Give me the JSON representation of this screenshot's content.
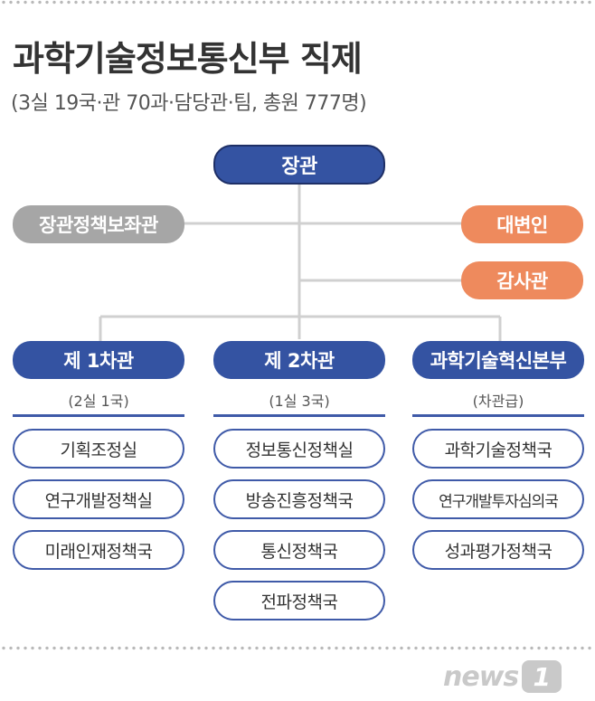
{
  "header": {
    "title": "과학기술정보통신부 직제",
    "subtitle": "(3실 19국·관 70과·담당관·팀, 총원 777명)"
  },
  "chart": {
    "top": "장관",
    "staff_left": "장관정책보좌관",
    "staff_right": [
      "대변인",
      "감사관"
    ],
    "columns": [
      {
        "name": "제 1차관",
        "note": "(2실 1국)",
        "units": [
          "기획조정실",
          "연구개발정책실",
          "미래인재정책국"
        ]
      },
      {
        "name": "제 2차관",
        "note": "(1실 3국)",
        "units": [
          "정보통신정책실",
          "방송진흥정책국",
          "통신정책국",
          "전파정책국"
        ]
      },
      {
        "name": "과학기술혁신본부",
        "note": "(차관급)",
        "units": [
          "과학기술정책국",
          "연구개발투자심의국",
          "성과평가정책국"
        ]
      }
    ]
  },
  "logo": {
    "text": "news",
    "badge": "1"
  },
  "colors": {
    "blue": "#3453a2",
    "orange": "#ee8a5d",
    "gray": "#a6a6a6",
    "line": "#d0d0d0"
  }
}
